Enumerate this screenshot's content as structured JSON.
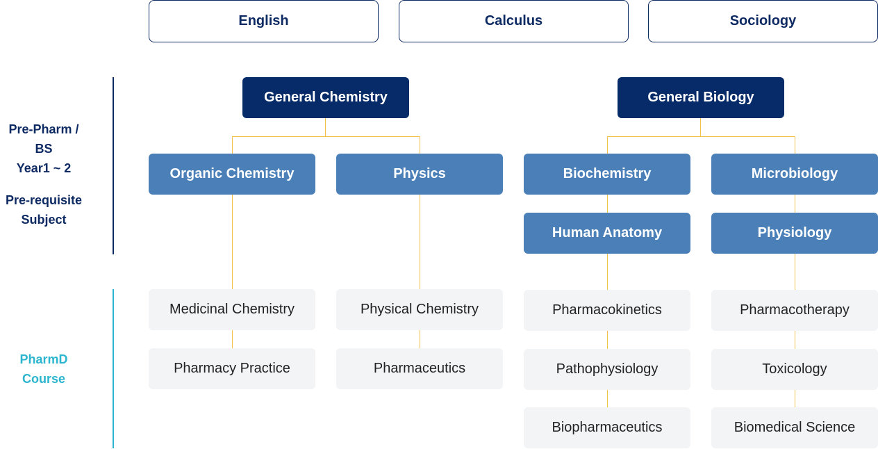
{
  "top_subjects": [
    "English",
    "Calculus",
    "Sociology"
  ],
  "side_labels": {
    "prepharm_line1": "Pre-Pharm / BS",
    "prepharm_line2": "Year1 ~ 2",
    "prereq_line1": "Pre-requisite",
    "prereq_line2": "Subject",
    "pharmd_line1": "PharmD",
    "pharmd_line2": "Course"
  },
  "core": {
    "chemistry": "General Chemistry",
    "biology": "General Biology"
  },
  "prereq": {
    "organic": "Organic Chemistry",
    "physics": "Physics",
    "biochemistry": "Biochemistry",
    "microbiology": "Microbiology",
    "anatomy": "Human Anatomy",
    "physiology": "Physiology"
  },
  "pharmd": {
    "col1": [
      "Medicinal Chemistry",
      "Pharmacy Practice"
    ],
    "col2": [
      "Physical Chemistry",
      "Pharmaceutics"
    ],
    "col3": [
      "Pharmacokinetics",
      "Pathophysiology",
      "Biopharmaceutics"
    ],
    "col4": [
      "Pharmacotherapy",
      "Toxicology",
      "Biomedical Science"
    ]
  },
  "colors": {
    "navy": "#072b68",
    "mid_blue": "#4a7fb8",
    "light_gray": "#f3f4f6",
    "connector": "#f0c24a",
    "teal": "#2cb5cf"
  }
}
